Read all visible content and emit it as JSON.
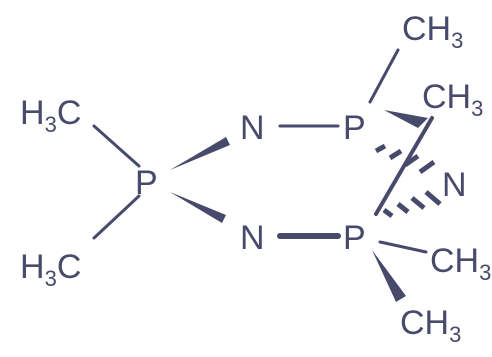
{
  "structure": {
    "atoms": {
      "p_left": "P",
      "n_top": "N",
      "n_bottom": "N",
      "p_top": "P",
      "p_bottom": "P",
      "n_right": "N"
    },
    "methyls": {
      "left_upper": {
        "main": "H",
        "sub": "3",
        "tail": "C"
      },
      "left_lower": {
        "main": "H",
        "sub": "3",
        "tail": "C"
      },
      "top": {
        "main": "CH",
        "sub": "3"
      },
      "right_upper": {
        "main": "CH",
        "sub": "3"
      },
      "right_lower": {
        "main": "CH",
        "sub": "3"
      },
      "bottom": {
        "main": "CH",
        "sub": "3"
      }
    }
  },
  "colors": {
    "ink": "#474a6a",
    "background": "#ffffff"
  }
}
